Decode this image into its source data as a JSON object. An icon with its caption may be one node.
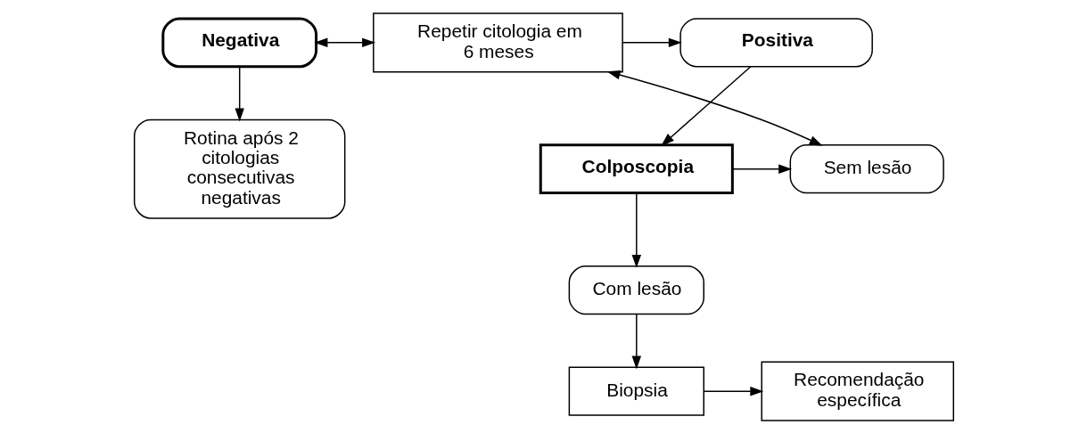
{
  "diagram": {
    "nodes": [
      {
        "text": [
          "Negativa"
        ]
      },
      {
        "text": [
          "Repetir citologia em 6 meses"
        ]
      },
      {
        "text": [
          "Positiva"
        ]
      },
      {
        "text": [
          "Rotina após 2 citologias consecutivas negativas"
        ]
      },
      {
        "text": [
          "Sem lesão"
        ]
      },
      {
        "text": [
          "Colposcopia"
        ]
      },
      {
        "text": [
          "Com lesão"
        ]
      },
      {
        "text": [
          "Recomendação específica"
        ]
      },
      {
        "text": [
          "Biopsia"
        ]
      }
    ],
    "edges": [
      {
        "from": 0,
        "to": 1,
        "arrow": "both"
      },
      {
        "from": 1,
        "to": 2,
        "arrow": "to"
      },
      {
        "from": 0,
        "to": 3,
        "arrow": "to"
      },
      {
        "from": 1,
        "to": 4,
        "arrow": "both"
      },
      {
        "from": 2,
        "to": 5,
        "arrow": "to"
      },
      {
        "from": 5,
        "to": 4,
        "arrow": "to"
      },
      {
        "from": 5,
        "to": 6,
        "arrow": "to"
      },
      {
        "from": 6,
        "to": 8,
        "arrow": "to"
      },
      {
        "from": 8,
        "to": 7,
        "arrow": "to"
      }
    ]
  }
}
